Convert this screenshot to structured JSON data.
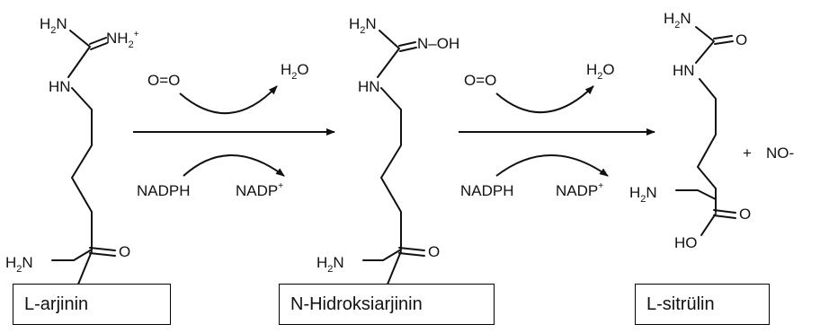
{
  "labels": {
    "arginine": "L-arjinin",
    "intermediate": "N-Hidroksiarjinin",
    "citrulline": "L-sitrülin"
  },
  "atoms": {
    "H": "H",
    "two": "2",
    "plus": "+",
    "N": "N",
    "NH": "NH",
    "HN": "HN",
    "O": "O",
    "HO": "HO",
    "OH": "OH",
    "dash": "–",
    "O2": "O=O",
    "NADPH": "NADPH",
    "NADP": "NADP",
    "NO": "NO-"
  }
}
